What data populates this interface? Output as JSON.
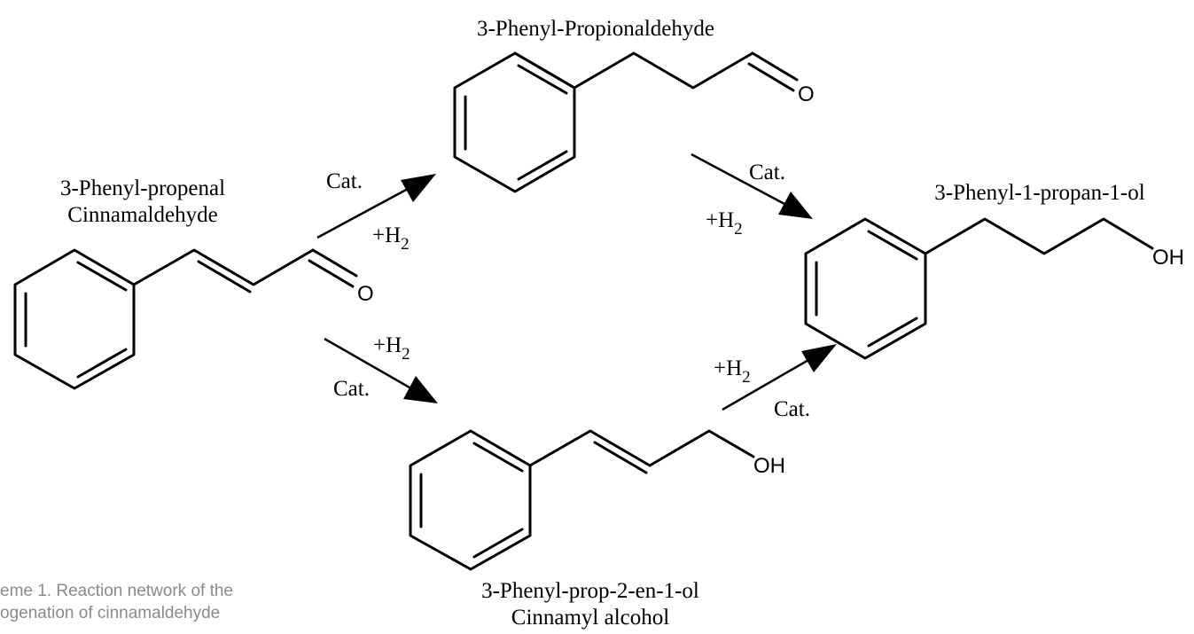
{
  "compounds": {
    "cinnamaldehyde": {
      "name_line1": "3-Phenyl-propenal",
      "name_line2": "Cinnamaldehyde",
      "atom_o": "O"
    },
    "propionaldehyde": {
      "name": "3-Phenyl-Propionaldehyde",
      "atom_o": "O"
    },
    "propanol": {
      "name": "3-Phenyl-1-propan-1-ol",
      "atom_oh": "OH"
    },
    "cinnamyl_alcohol": {
      "name_line1": "3-Phenyl-prop-2-en-1-ol",
      "name_line2": "Cinnamyl alcohol",
      "atom_oh": "OH"
    }
  },
  "reactions": {
    "cin_to_prop": {
      "catalyst": "Cat.",
      "reagent": "+H",
      "reagent_sub": "2"
    },
    "prop_to_ol": {
      "catalyst": "Cat.",
      "reagent": "+H",
      "reagent_sub": "2"
    },
    "cin_to_cinol": {
      "catalyst": "Cat.",
      "reagent": "+H",
      "reagent_sub": "2"
    },
    "cinol_to_ol": {
      "catalyst": "Cat.",
      "reagent": "+H",
      "reagent_sub": "2"
    }
  },
  "caption": {
    "line1": "eme 1. Reaction network of the",
    "line2": "ogenation of cinnamaldehyde"
  }
}
